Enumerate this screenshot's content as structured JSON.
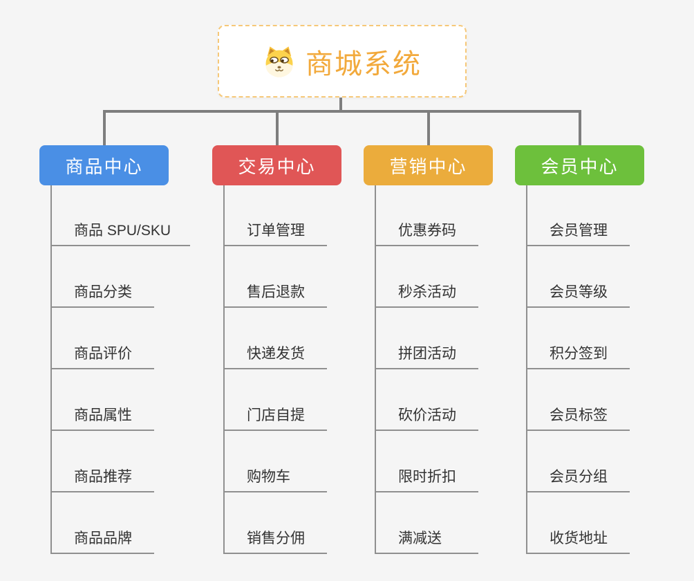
{
  "canvas": {
    "background_color": "#f5f5f5",
    "connector_color": "#7e7e7e",
    "leaf_line_color": "#8f8f8f",
    "leaf_text_color": "#333333"
  },
  "root": {
    "label": "商城系统",
    "icon": "dog-face-icon",
    "text_color": "#f2a93b",
    "border_color": "#f6c878",
    "background": "#ffffff"
  },
  "branches": [
    {
      "label": "商品中心",
      "color": "#4a8fe5",
      "children": [
        "商品 SPU/SKU",
        "商品分类",
        "商品评价",
        "商品属性",
        "商品推荐",
        "商品品牌"
      ]
    },
    {
      "label": "交易中心",
      "color": "#e05656",
      "children": [
        "订单管理",
        "售后退款",
        "快递发货",
        "门店自提",
        "购物车",
        "销售分佣"
      ]
    },
    {
      "label": "营销中心",
      "color": "#ebac3c",
      "children": [
        "优惠券码",
        "秒杀活动",
        "拼团活动",
        "砍价活动",
        "限时折扣",
        "满减送"
      ]
    },
    {
      "label": "会员中心",
      "color": "#6dc03c",
      "children": [
        "会员管理",
        "会员等级",
        "积分签到",
        "会员标签",
        "会员分组",
        "收货地址"
      ]
    }
  ]
}
